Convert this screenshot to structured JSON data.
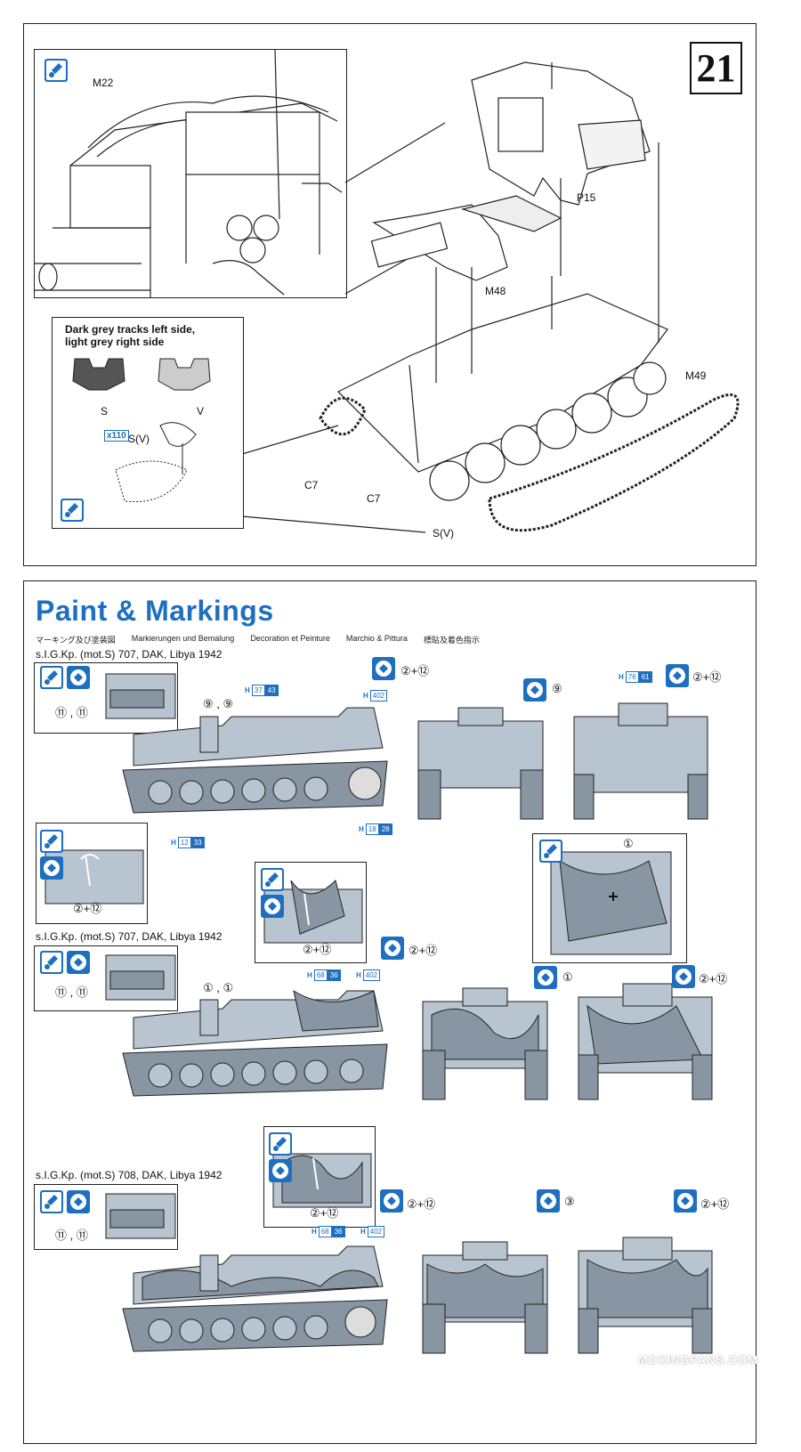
{
  "step": {
    "number": "21"
  },
  "assembly": {
    "parts": {
      "m22": "M22",
      "p15": "P15",
      "m48": "M48",
      "m49": "M49",
      "c7_left": "C7",
      "c7_right": "C7",
      "sv_main": "S(V)"
    },
    "tracks_note": {
      "line1": "Dark grey tracks left side,",
      "line2": "light grey right side",
      "s_label": "S",
      "v_label": "V",
      "multiplier": "x110",
      "sv_label": "S(V)"
    }
  },
  "paint": {
    "title": "Paint & Markings",
    "subtitles": [
      "マーキング及び塗装図",
      "Markierungen und Bemalung",
      "Decoration et Peinture",
      "Marchio & Pittura",
      "標貼及着色指示"
    ],
    "schemes": [
      {
        "caption": "s.I.G.Kp. (mot.S) 707, DAK, Libya 1942",
        "inset_decals": "⑪ , ⑪",
        "side_decals": "⑨ , ⑨",
        "front_decals": "②+⑫",
        "rear_decals": "⑨",
        "rear_right_decals": "②+⑫",
        "palm_decals": "②+⑫",
        "colors": {
          "h_top": [
            "H",
            "37",
            "43"
          ],
          "h_right": [
            "H",
            "402"
          ],
          "h_rear": [
            "H",
            "76",
            "61"
          ],
          "h_bottom": [
            "H",
            "12",
            "33"
          ],
          "h_wheel": [
            "H",
            "18",
            "28"
          ]
        }
      },
      {
        "caption": "s.I.G.Kp. (mot.S) 707, DAK, Libya 1942",
        "inset_decals": "⑪ , ⑪",
        "side_decals": "① , ①",
        "front_decals": "②+⑫",
        "rear_decals": "①",
        "rear_right_decals": "②+⑫",
        "palm_decals": "②+⑫",
        "top_view_decal": "①",
        "colors": {
          "h_top": [
            "H",
            "68",
            "36"
          ],
          "h_right": [
            "H",
            "402"
          ]
        }
      },
      {
        "caption": "s.I.G.Kp. (mot.S) 708, DAK, Libya 1942",
        "inset_decals": "⑪ , ⑪",
        "front_decals": "②+⑫",
        "rear_decals": "③",
        "rear_right_decals": "②+⑫",
        "palm_decals": "②+⑫",
        "colors": {
          "h_top": [
            "H",
            "68",
            "36"
          ],
          "h_right": [
            "H",
            "402"
          ]
        }
      }
    ]
  },
  "colors": {
    "accent": "#1e6fc0",
    "line": "#222222",
    "tank_grey": "#b8c4cf",
    "tank_dark": "#8896a3"
  },
  "watermark": "MOXINGFANS.COM"
}
